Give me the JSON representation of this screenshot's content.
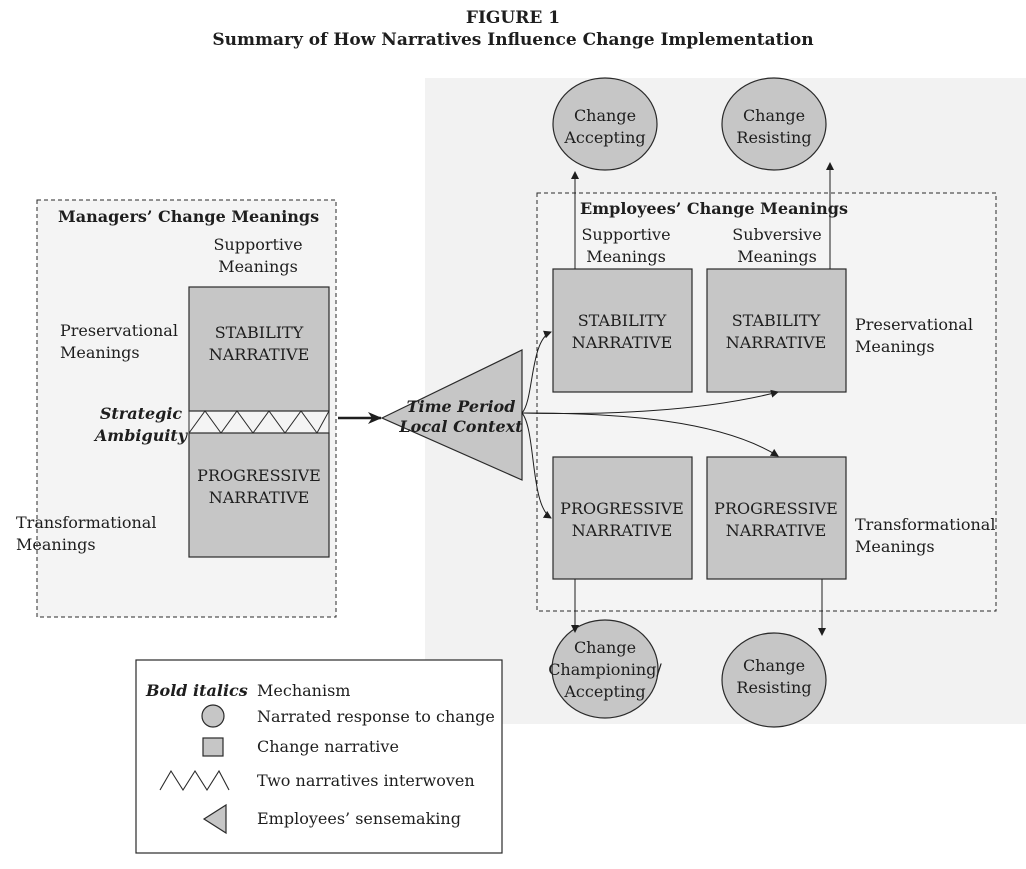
{
  "figure": {
    "number": "FIGURE 1",
    "title": "Summary of How Narratives Influence Change Implementation"
  },
  "managers": {
    "header": "Managers’ Change Meanings",
    "supportive": [
      "Supportive",
      "Meanings"
    ],
    "preservational": [
      "Preservational",
      "Meanings"
    ],
    "transformational": [
      "Transformational",
      "Meanings"
    ],
    "stability": [
      "STABILITY",
      "NARRATIVE"
    ],
    "progressive": [
      "PROGRESSIVE",
      "NARRATIVE"
    ],
    "mechanism": [
      "Strategic",
      "Ambiguity"
    ]
  },
  "sensemaking": {
    "label": [
      "Time Period",
      "Local Context"
    ]
  },
  "employees": {
    "header": "Employees’ Change Meanings",
    "supportive": [
      "Supportive",
      "Meanings"
    ],
    "subversive": [
      "Subversive",
      "Meanings"
    ],
    "preservational": [
      "Preservational",
      "Meanings"
    ],
    "transformational": [
      "Transformational",
      "Meanings"
    ],
    "stability_left": [
      "STABILITY",
      "NARRATIVE"
    ],
    "stability_right": [
      "STABILITY",
      "NARRATIVE"
    ],
    "progressive_left": [
      "PROGRESSIVE",
      "NARRATIVE"
    ],
    "progressive_right": [
      "PROGRESSIVE",
      "NARRATIVE"
    ]
  },
  "responses": {
    "top_left": [
      "Change",
      "Accepting"
    ],
    "top_right": [
      "Change",
      "Resisting"
    ],
    "bottom_left": [
      "Change",
      "Championing/",
      "Accepting"
    ],
    "bottom_right": [
      "Change",
      "Resisting"
    ]
  },
  "legend": {
    "bold_italics": "Bold italics",
    "mechanism": "Mechanism",
    "circle": "Narrated response to change",
    "square": "Change narrative",
    "zigzag": "Two narratives interwoven",
    "triangle": "Employees’ sensemaking"
  },
  "colors": {
    "box_fill": "#c6c6c6",
    "panel_fill": "#f2f2f2",
    "stroke": "#2a2a2a"
  }
}
